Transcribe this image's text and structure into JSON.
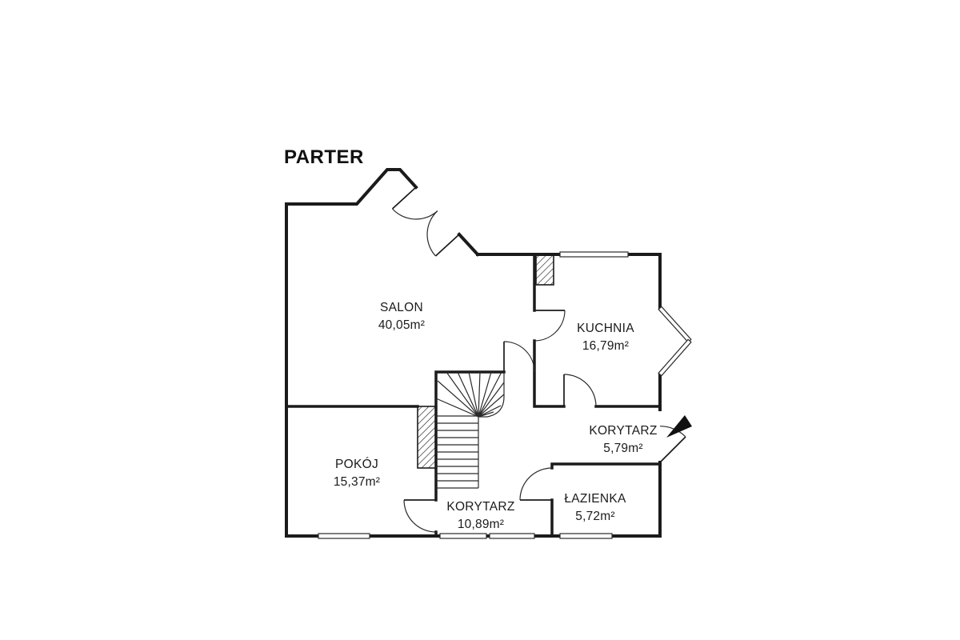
{
  "title": "PARTER",
  "rooms": [
    {
      "name": "SALON",
      "area": "40,05m²"
    },
    {
      "name": "KUCHNIA",
      "area": "16,79m²"
    },
    {
      "name": "KORYTARZ",
      "area": "5,79m²"
    },
    {
      "name": "POKÓJ",
      "area": "15,37m²"
    },
    {
      "name": "KORYTARZ",
      "area": "10,89m²"
    },
    {
      "name": "ŁAZIENKA",
      "area": "5,72m²"
    }
  ],
  "colors": {
    "wall": "#1b1b1b",
    "thin_line": "#2a2a2a",
    "background": "#ffffff"
  }
}
